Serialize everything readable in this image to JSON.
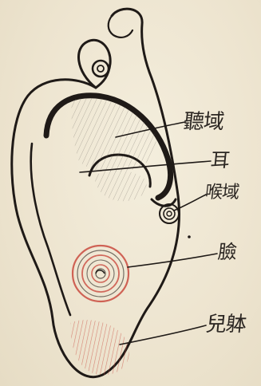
{
  "illustration": {
    "subject": "ear",
    "ink_color": "#1f1a17",
    "accent_color": "#c94a3e",
    "paper_color": "#efe7d4"
  },
  "labels": [
    {
      "text": "聽域"
    },
    {
      "text": "耳"
    },
    {
      "text": "喉域"
    },
    {
      "text": "臉"
    },
    {
      "text": "兒躰"
    }
  ]
}
